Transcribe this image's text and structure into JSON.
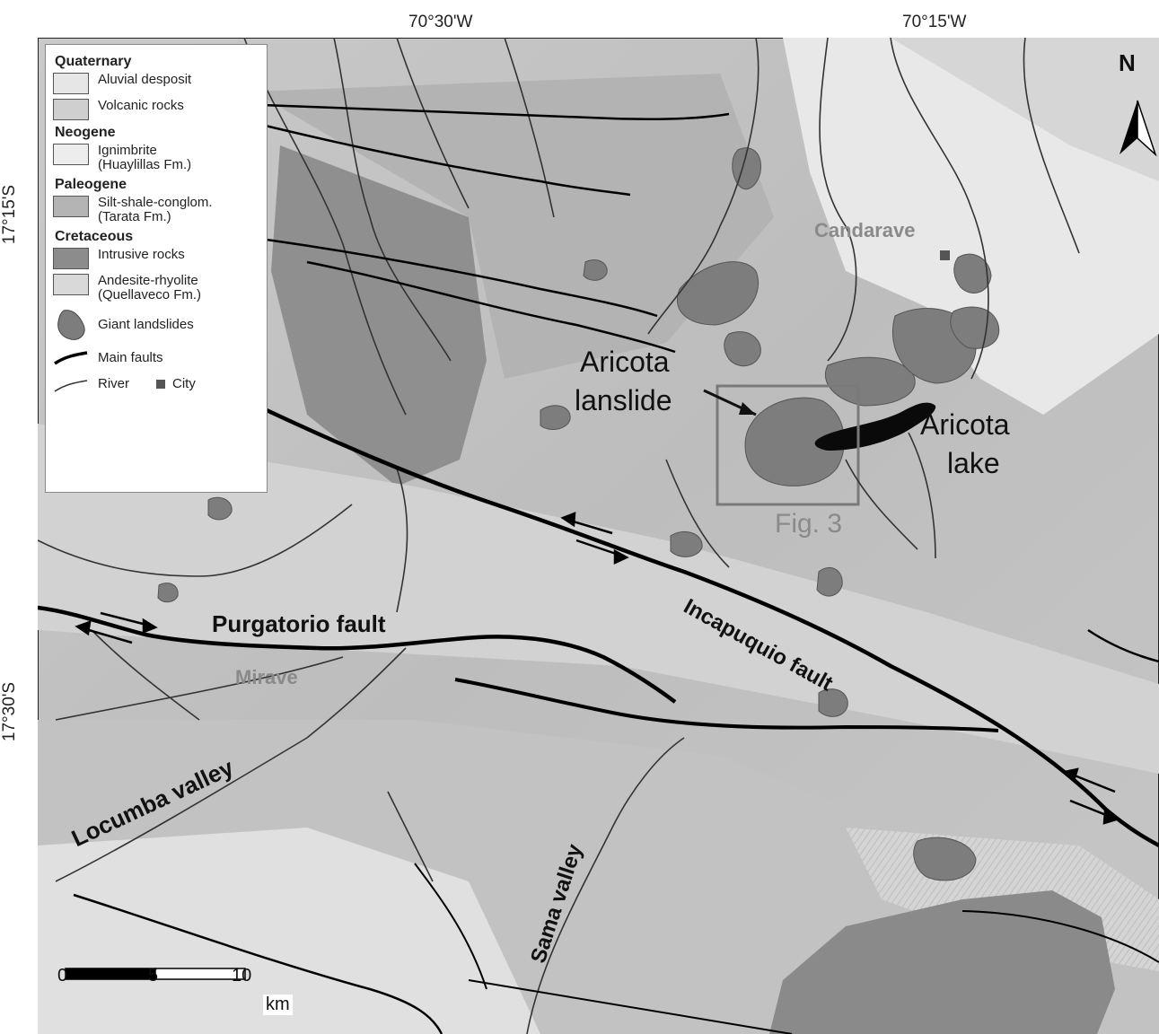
{
  "coords": {
    "top": [
      "70°30'W",
      "70°15'W"
    ],
    "left": [
      "17°15'S",
      "17°30'S"
    ]
  },
  "legend": {
    "quaternary": "Quaternary",
    "aluvial": "Aluvial desposit",
    "volcanic": "Volcanic rocks",
    "neogene": "Neogene",
    "ignimbrite1": "Ignimbrite",
    "ignimbrite2": "(Huaylillas Fm.)",
    "paleogene": "Paleogene",
    "silt1": "Silt-shale-conglom.",
    "silt2": "(Tarata Fm.)",
    "cretaceous": "Cretaceous",
    "intrusive": "Intrusive rocks",
    "andesite1": "Andesite-rhyolite",
    "andesite2": "(Quellaveco Fm.)",
    "landslides": "Giant landslides",
    "faults": "Main faults",
    "river": "River",
    "city": "City"
  },
  "labels": {
    "north": "N",
    "candarave": "Candarave",
    "aricota_lanslide_1": "Aricota",
    "aricota_lanslide_2": "lanslide",
    "aricota_lake_1": "Aricota",
    "aricota_lake_2": "lake",
    "fig3": "Fig. 3",
    "incapuquio": "Incapuquio fault",
    "purgatorio": "Purgatorio fault",
    "mirave": "Mirave",
    "locumba": "Locumba valley",
    "sama": "Sama valley"
  },
  "scale": {
    "t0": "0",
    "t5": "5",
    "t10": "10",
    "unit": "km"
  },
  "colors": {
    "aluvial": "#e6e6e6",
    "volcanic": "#cfcfcf",
    "ignimbrite": "#ededed",
    "tarata": "#b4b4b4",
    "intrusive": "#8c8c8c",
    "andesite": "#d9d9d9",
    "landslide": "#7d7d7d",
    "lake": "#0a0a0a"
  }
}
